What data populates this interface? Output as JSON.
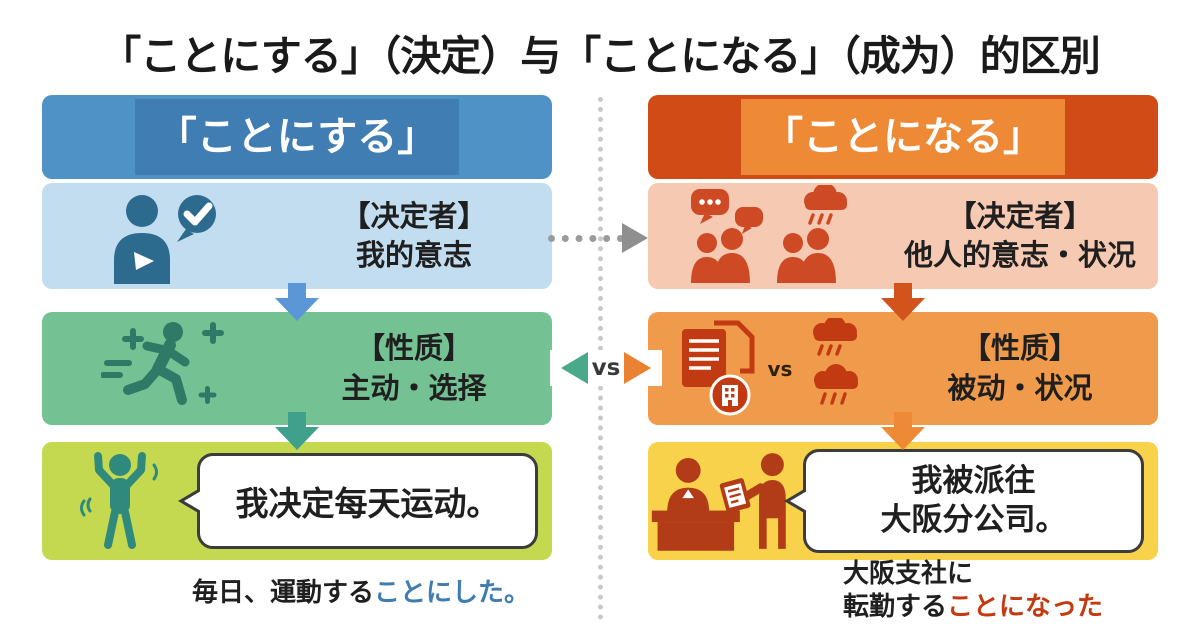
{
  "title": "「ことにする」（決定）与「ことになる」（成为）的区別",
  "divider": {
    "vs_label": "vs"
  },
  "left": {
    "header": "「ことにする」",
    "box1": {
      "heading": "【决定者】",
      "text": "我的意志"
    },
    "box2": {
      "heading": "【性质】",
      "text": "主动・选择"
    },
    "box3": {
      "bubble": "我决定每天运动。"
    },
    "caption": {
      "plain": "毎日、運動する",
      "highlight": "ことにした。"
    },
    "colors": {
      "header_bar": "#4e92c6",
      "header_band": "#3f7db3",
      "box1_bg": "#c3ddf0",
      "box2_bg": "#74c293",
      "box3_bg": "#c4d94f",
      "icon": "#2c6b8d",
      "arrow1": "#5b97d6",
      "arrow2": "#3fa18c",
      "caption_highlight": "#3e7cb1"
    }
  },
  "right": {
    "header": "「ことになる」",
    "box1": {
      "heading": "【决定者】",
      "text": "他人的意志・状况"
    },
    "box2": {
      "heading": "【性质】",
      "text": "被动・状况",
      "vs_label": "vs"
    },
    "box3": {
      "bubble_line1": "我被派往",
      "bubble_line2": "大阪分公司。"
    },
    "caption": {
      "line1": "大阪支社に",
      "plain": "転勤する",
      "highlight": "ことになった"
    },
    "colors": {
      "header_bar": "#d04b16",
      "header_band": "#ee8a35",
      "box1_bg": "#f6c9b3",
      "box2_bg": "#f09b4c",
      "box3_bg": "#f8d24b",
      "icon": "#ce4a24",
      "arrow1": "#d2531c",
      "arrow2": "#ee8a35",
      "caption_highlight": "#c33a10"
    }
  },
  "icons": {
    "left_box1": "person-self-check-icon",
    "left_box2": "runner-icon",
    "left_box3": "cheering-person-icon",
    "right_box1": "people-group-chat-raincloud-icon",
    "right_box2": "documents-vs-rainclouds-icon",
    "right_box3": "desk-handover-icon"
  }
}
